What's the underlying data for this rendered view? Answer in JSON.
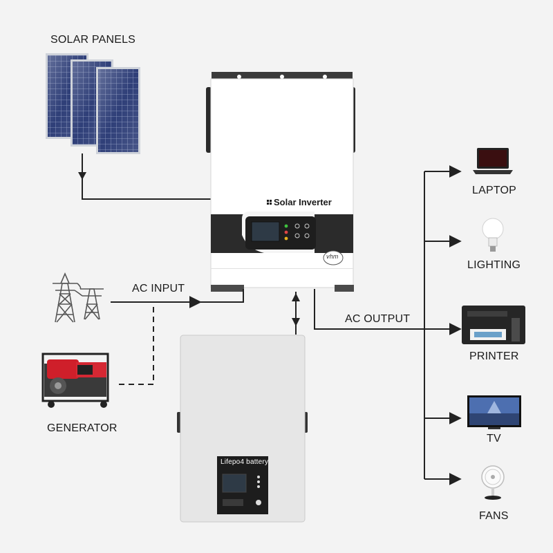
{
  "labels": {
    "solar_panels": "SOLAR PANELS",
    "ac_input": "AC INPUT",
    "generator": "GENERATOR",
    "ac_output": "AC OUTPUT",
    "laptop": "LAPTOP",
    "lighting": "LIGHTING",
    "printer": "PRINTER",
    "tv": "TV",
    "fans": "FANS"
  },
  "inverter": {
    "title": "Solar Inverter",
    "brand": "vhm"
  },
  "battery": {
    "title": "Lifepo4 battery"
  },
  "colors": {
    "background": "#f3f3f3",
    "line": "#222222",
    "inverter_body": "#ffffff",
    "inverter_band": "#2b2b2b",
    "battery_body": "#e6e6e6",
    "panel_cells": "#2f3f78"
  },
  "icons": [
    "solar-panel-icon",
    "power-tower-icon",
    "generator-icon",
    "laptop-icon",
    "light-bulb-icon",
    "printer-icon",
    "tv-icon",
    "fan-icon"
  ]
}
